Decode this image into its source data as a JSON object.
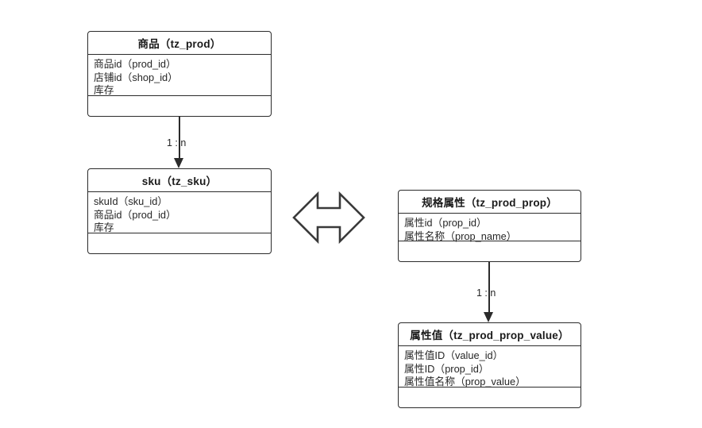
{
  "diagram": {
    "title": "商品 SKU 规格属性 ER 图",
    "background": "#ffffff",
    "line_color": "#2b2b2b",
    "text_color": "#262626"
  },
  "entities": [
    {
      "id": "tz_prod",
      "title": "商品（tz_prod）",
      "attributes": [
        "商品id（prod_id）",
        "店铺id（shop_id）",
        "库存"
      ],
      "methods": []
    },
    {
      "id": "tz_sku",
      "title": "sku（tz_sku）",
      "attributes": [
        "skuId（sku_id）",
        "商品id（prod_id）",
        "库存"
      ],
      "methods": []
    },
    {
      "id": "tz_prod_prop",
      "title": "规格属性（tz_prod_prop）",
      "attributes": [
        "属性id（prop_id）",
        "属性名称（prop_name）"
      ],
      "methods": []
    },
    {
      "id": "tz_prod_prop_value",
      "title": "属性值（tz_prod_prop_value）",
      "attributes": [
        "属性值ID（value_id）",
        "属性ID（prop_id）",
        "属性值名称（prop_value）"
      ],
      "methods": []
    }
  ],
  "connectors": [
    {
      "id": "prod-to-sku",
      "from": "tz_prod",
      "to": "tz_sku",
      "label": "1 : n",
      "direction": "down"
    },
    {
      "id": "prop-to-prop-value",
      "from": "tz_prod_prop",
      "to": "tz_prod_prop_value",
      "label": "1 : n",
      "direction": "down"
    }
  ],
  "symbols": [
    {
      "id": "sku-prop-relation",
      "type": "bidirectional-arrow",
      "label": ""
    }
  ]
}
